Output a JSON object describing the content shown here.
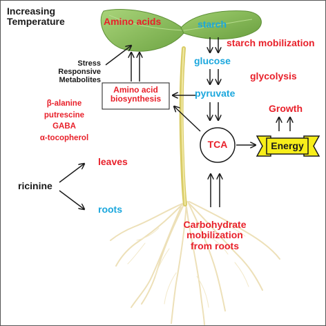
{
  "labels": {
    "increasing_temperature": [
      "Increasing",
      "Temperature"
    ],
    "amino_acids": "Amino acids",
    "starch": "starch",
    "starch_mobilization": "starch mobilization",
    "glucose": "glucose",
    "glycolysis": "glycolysis",
    "pyruvate": "pyruvate",
    "stress_metabolites": [
      "Stress",
      "Responsive",
      "Metabolites"
    ],
    "metabolites_list": [
      "β-alanine",
      "putrescine",
      "GABA",
      "α-tocopherol"
    ],
    "amino_acid_biosynthesis": [
      "Amino acid",
      "biosynthesis"
    ],
    "growth": "Growth",
    "tca": "TCA",
    "energy": "Energy",
    "leaves": "leaves",
    "ricinine": "ricinine",
    "roots": "roots",
    "carbohydrate_mobilization": [
      "Carbohydrate",
      "mobilization",
      "from roots"
    ]
  },
  "colors": {
    "red_text": "#e8202a",
    "blue_text": "#1ba7dd",
    "black_text": "#1a1a1a",
    "leaf_green": "#8cbf5a",
    "stem_yellow": "#e3d77a",
    "root_cream": "#f2e6c4",
    "energy_yellow": "#f7ee1a"
  },
  "icons": [
    "plant-seedling-illustration",
    "tca-circle",
    "energy-banner"
  ]
}
